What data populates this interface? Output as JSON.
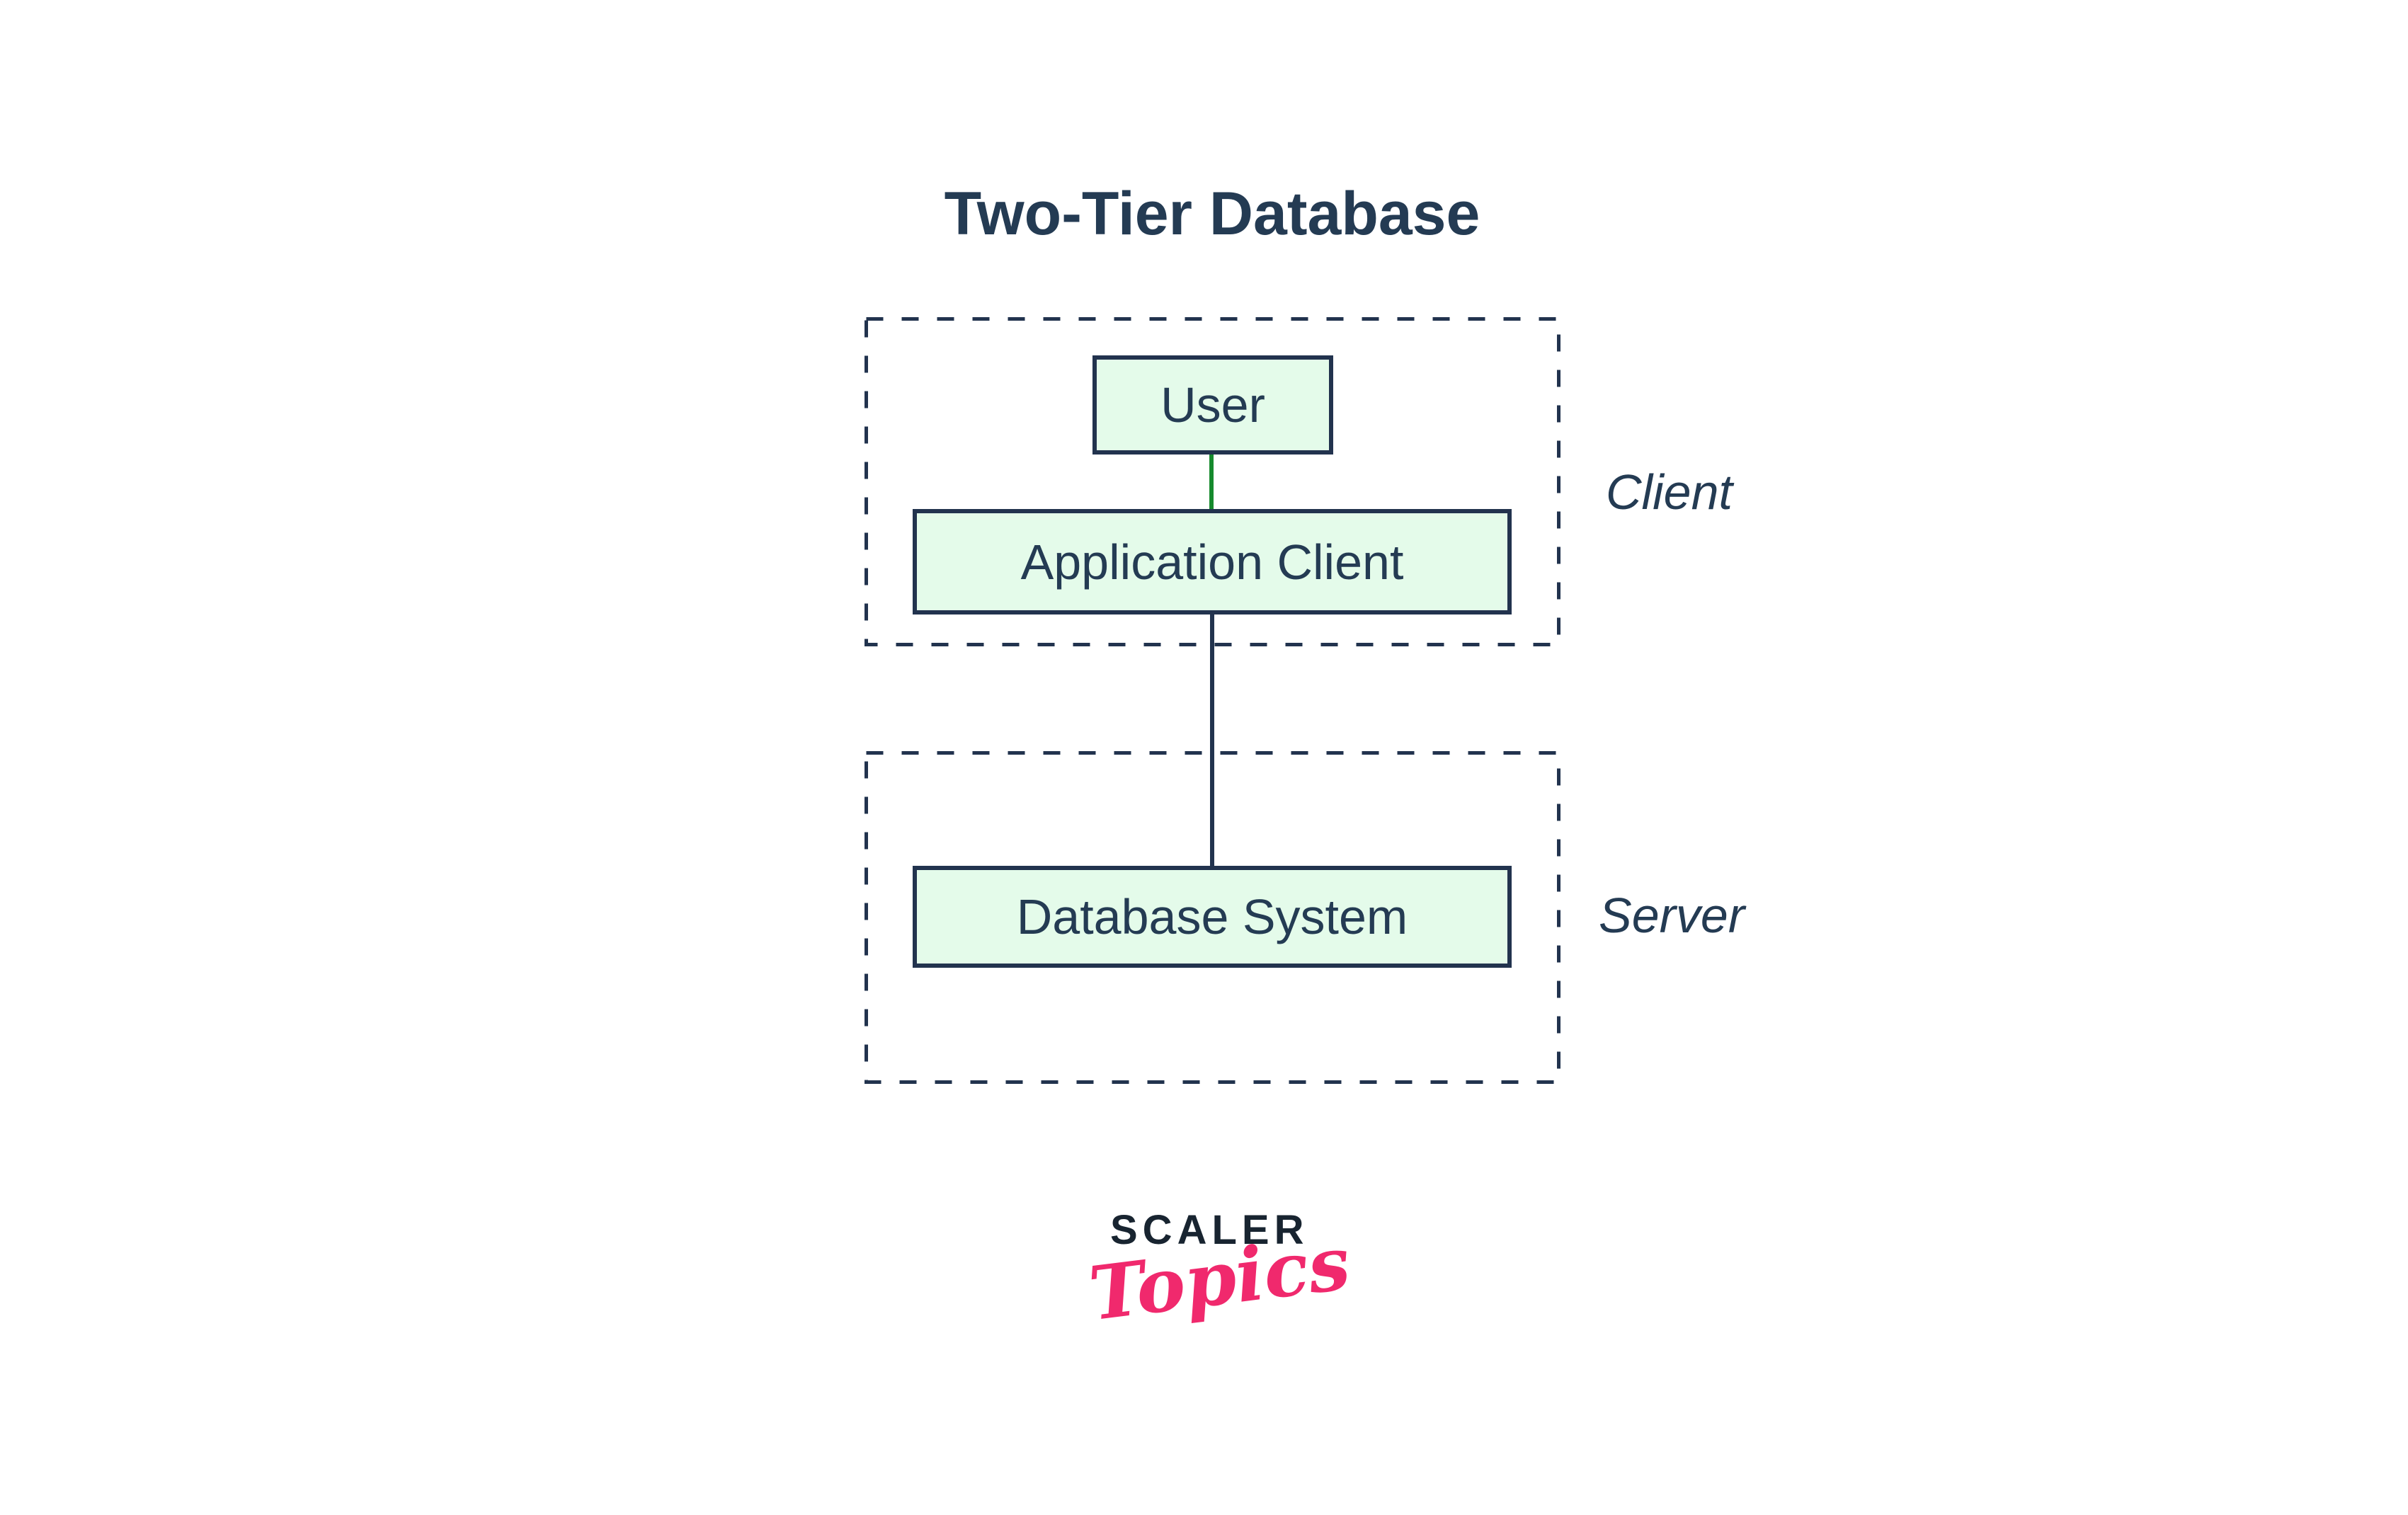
{
  "title": "Two-Tier Database",
  "tiers": [
    {
      "label": "Client",
      "nodes": [
        {
          "name": "User"
        },
        {
          "name": "Application Client"
        }
      ]
    },
    {
      "label": "Server",
      "nodes": [
        {
          "name": "Database System"
        }
      ]
    }
  ],
  "connections": [
    {
      "from": "User",
      "to": "Application Client",
      "color": "#168a2d"
    },
    {
      "from": "Application Client",
      "to": "Database System",
      "color": "#22334e"
    }
  ],
  "logo": {
    "scaler": "SCALER",
    "topics": "Topics"
  },
  "colors": {
    "navy_stroke": "#22334e",
    "navy_text": "#243b53",
    "node_fill": "#e4fbea",
    "green_connector": "#168a2d",
    "logo_dark": "#182430",
    "logo_pink": "#f0296d",
    "background": "#ffffff"
  }
}
